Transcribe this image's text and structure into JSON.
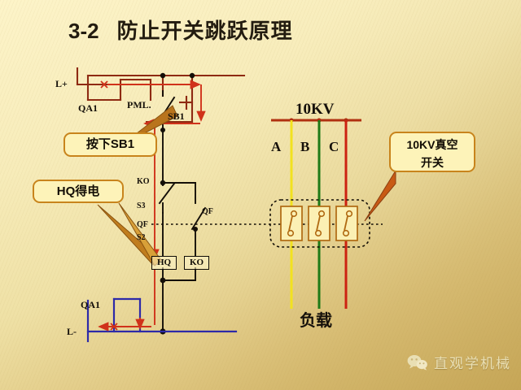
{
  "slide": {
    "title_number": "3-2",
    "title_text": "防止开关跳跃原理",
    "background_color": "#f5e8b4"
  },
  "control_circuit": {
    "supply_positive_label": "L+",
    "supply_negative_label": "L-",
    "breaker_top_label": "QA1",
    "breaker_bottom_label": "QA1",
    "pml_label": "PML.",
    "pushbutton_label": "SB1",
    "contact_ko_upper_label": "KO",
    "contact_s3_label": "S3",
    "contact_qf_label": "QF",
    "contact_s2_label": "S2",
    "aux_qf_label": "QF",
    "coil_hq_label": "HQ",
    "coil_ko_label": "KO",
    "wire_color": "#8e2a12",
    "flow_arrow_color": "#d0321a",
    "neutral_wire_color": "#2d2aa8"
  },
  "power_circuit": {
    "bus_label": "10KV",
    "phase_a_label": "A",
    "phase_b_label": "B",
    "phase_c_label": "C",
    "load_label": "负载",
    "phase_a_color": "#f2e21f",
    "phase_b_color": "#1f7a17",
    "phase_c_color": "#cc2211",
    "bus_color": "#b03010"
  },
  "callouts": [
    {
      "id": "press-sb1",
      "lines": [
        "按下SB1"
      ]
    },
    {
      "id": "hq-energized",
      "lines": [
        "HQ得电"
      ]
    },
    {
      "id": "vacuum-switch",
      "lines": [
        "10KV真空",
        "开关"
      ]
    }
  ],
  "watermark": {
    "icon": "wechat-icon",
    "text": "直观学机械"
  }
}
